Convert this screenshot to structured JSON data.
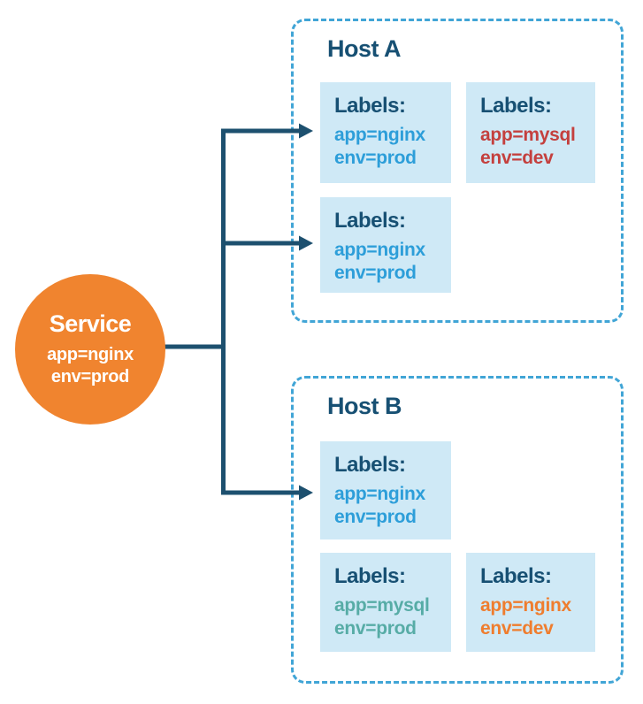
{
  "colors": {
    "navy": "#1D506F",
    "title": "#175073",
    "orange": "#F0842F",
    "pod-bg": "#CFE9F6",
    "dash": "#41A5D6",
    "label-blue": "#2D9ED9",
    "label-red": "#C4403E",
    "label-teal": "#57ACA6",
    "label-orange": "#EF7D2E",
    "white": "#FFFFFF"
  },
  "service": {
    "title": "Service",
    "selector": [
      "app=nginx",
      "env=prod"
    ]
  },
  "hosts": [
    {
      "title": "Host A",
      "pods": [
        {
          "heading": "Labels:",
          "labels": [
            "app=nginx",
            "env=prod"
          ],
          "color": "#2D9ED9"
        },
        {
          "heading": "Labels:",
          "labels": [
            "app=mysql",
            "env=dev"
          ],
          "color": "#C4403E"
        },
        {
          "heading": "Labels:",
          "labels": [
            "app=nginx",
            "env=prod"
          ],
          "color": "#2D9ED9"
        }
      ]
    },
    {
      "title": "Host B",
      "pods": [
        {
          "heading": "Labels:",
          "labels": [
            "app=nginx",
            "env=prod"
          ],
          "color": "#2D9ED9"
        },
        {
          "heading": "Labels:",
          "labels": [
            "app=mysql",
            "env=prod"
          ],
          "color": "#57ACA6"
        },
        {
          "heading": "Labels:",
          "labels": [
            "app=nginx",
            "env=dev"
          ],
          "color": "#EF7D2E"
        }
      ]
    }
  ]
}
